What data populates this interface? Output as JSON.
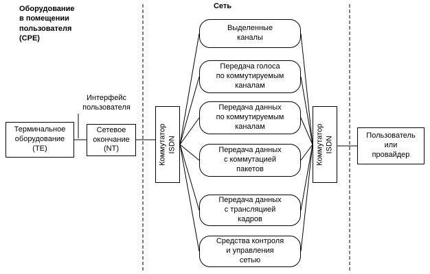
{
  "header": {
    "cpe_label": "Оборудование\nв помещении\nпользователя\n(СРЕ)",
    "network_label": "Сеть"
  },
  "customer_side": {
    "terminal_equipment": "Терминальное\nоборудование\n(ТЕ)",
    "network_termination": "Сетевое\nокончание\n(NT)",
    "user_interface_label": "Интерфейс\nпользователя"
  },
  "switches": {
    "left": "Коммутатор\nISDN",
    "right": "Коммутатор\nISDN"
  },
  "services": [
    "Выделенные\nканалы",
    "Передача голоса\nпо коммутируемым\nканалам",
    "Передача данных\nпо коммутируемым\nканалам",
    "Передача данных\nс коммутацией\nпакетов",
    "Передача данных\nс трансляцией\nкадров",
    "Средства контроля\nи управления\nсетью"
  ],
  "provider_side": {
    "user_or_provider": "Пользователь\nили\nпровайдер"
  }
}
